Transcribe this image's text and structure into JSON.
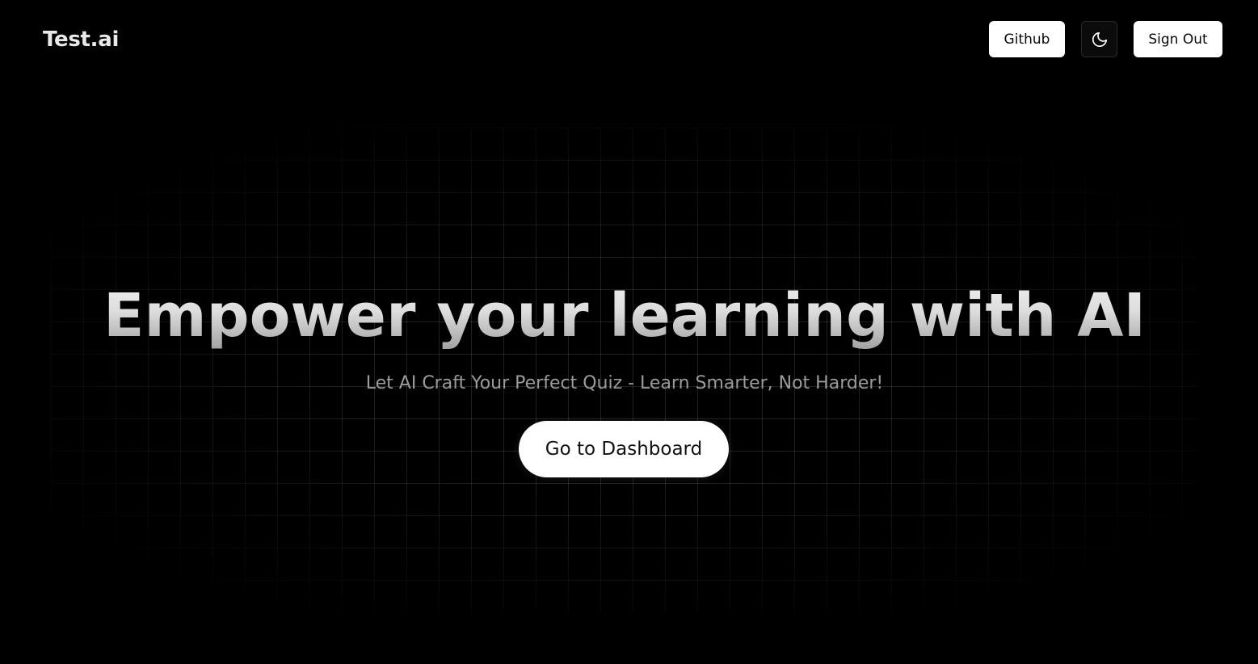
{
  "header": {
    "brand": "Test.ai",
    "github_label": "Github",
    "theme_toggle_icon": "moon-icon",
    "signout_label": "Sign Out"
  },
  "hero": {
    "headline": "Empower your learning with AI",
    "subtitle": "Let AI Craft Your Perfect Quiz - Learn Smarter, Not Harder!",
    "cta_label": "Go to Dashboard"
  },
  "colors": {
    "background": "#000000",
    "button_bg": "#ffffff",
    "button_text": "#0a0a0a",
    "subtitle_text": "#9b9b9b",
    "grid_line": "#2a2a2a"
  }
}
